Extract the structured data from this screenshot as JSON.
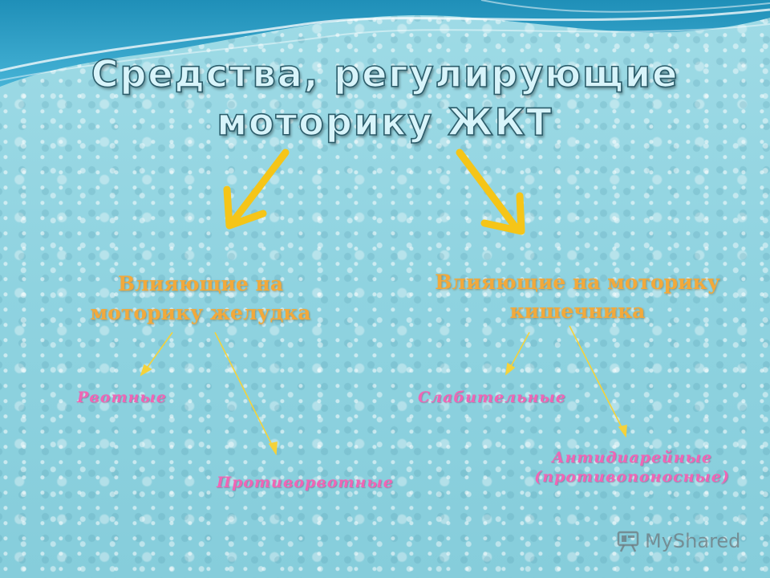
{
  "slide": {
    "title": "Средства, регулирующие моторику ЖКТ",
    "categories": [
      {
        "label": "Влияющие на моторику желудка"
      },
      {
        "label": "Влияющие на моторику кишечника"
      }
    ],
    "subcategories": {
      "emetic": "Рвотные",
      "antiemetic": "Противорвотные",
      "laxative": "Слабительные",
      "antidiarrheal": "Антидиарейные (противопоносные)"
    },
    "watermark": "MyShared"
  },
  "colors": {
    "background": "#8fd3e0",
    "title_fill": "#d8f4fa",
    "title_outline": "#2b5c6a",
    "category_text": "#f2a93b",
    "subcategory_text": "#f065b5",
    "arrow": "#f5c518"
  },
  "icons": {
    "watermark_logo": "presentation-board-icon"
  }
}
